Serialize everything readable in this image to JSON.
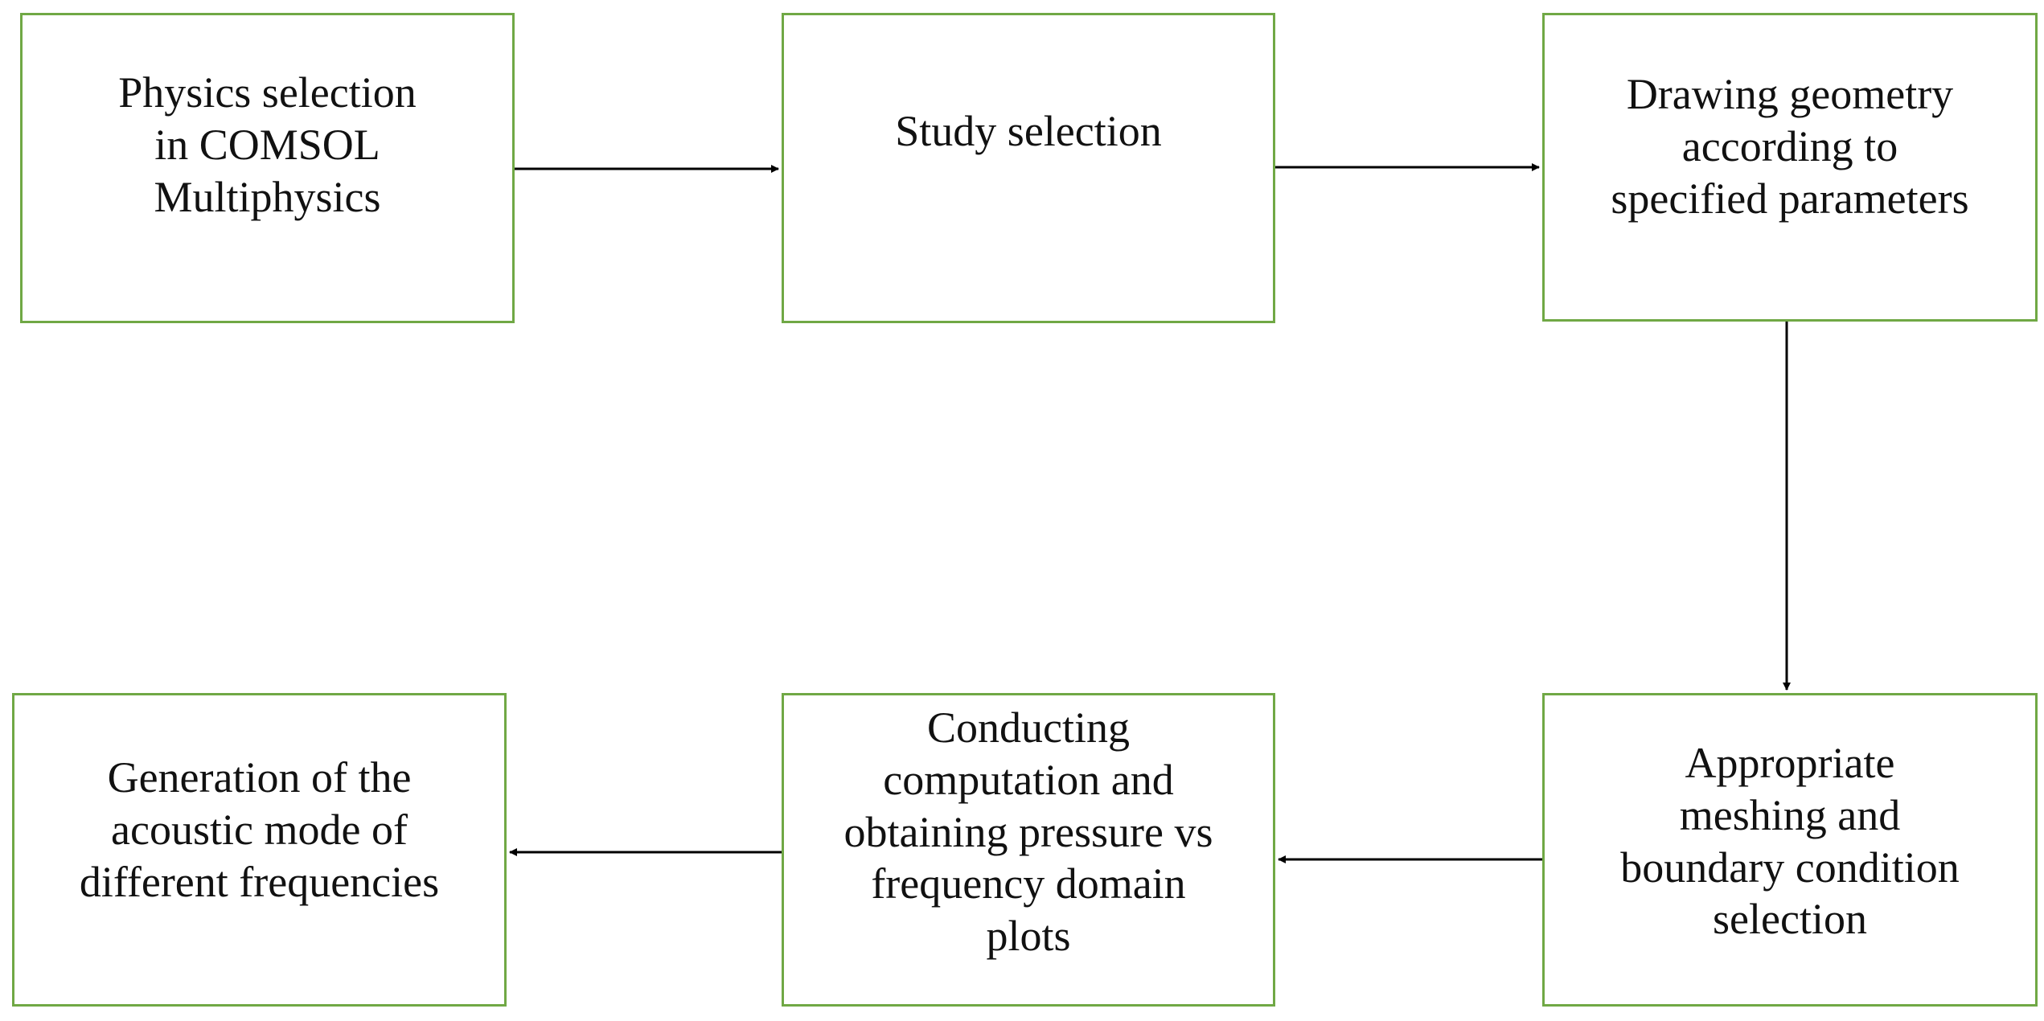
{
  "boxes": {
    "physics": {
      "lines": [
        "Physics selection",
        "in COMSOL",
        "Multiphysics"
      ]
    },
    "study": {
      "lines": [
        "Study selection"
      ]
    },
    "geometry": {
      "lines": [
        "Drawing geometry",
        "according to",
        "specified parameters"
      ]
    },
    "meshing": {
      "lines": [
        "Appropriate",
        "meshing and",
        "boundary condition",
        "selection"
      ]
    },
    "compute": {
      "lines": [
        "Conducting",
        "computation and",
        "obtaining pressure vs",
        "frequency domain",
        "plots"
      ]
    },
    "generate": {
      "lines": [
        "Generation of the",
        "acoustic mode of",
        "different frequencies"
      ]
    }
  },
  "connections": [
    {
      "from": "physics",
      "to": "study"
    },
    {
      "from": "study",
      "to": "geometry"
    },
    {
      "from": "geometry",
      "to": "meshing"
    },
    {
      "from": "meshing",
      "to": "compute"
    },
    {
      "from": "compute",
      "to": "generate"
    }
  ],
  "colors": {
    "box_border": "#70a845",
    "arrow": "#000000",
    "text": "#111111"
  }
}
